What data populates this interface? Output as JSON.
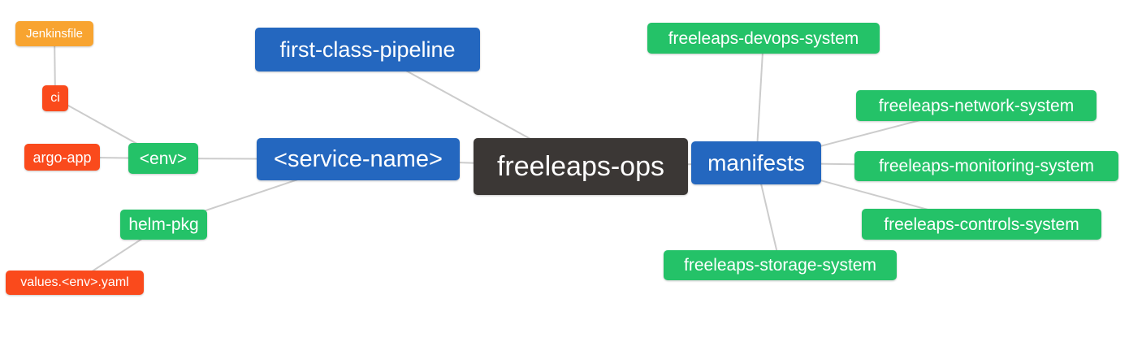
{
  "diagram": {
    "kind": "mindmap",
    "root_label": "freeleaps-ops",
    "background": "#ffffff"
  },
  "colors": {
    "dark": "#3b3735",
    "blue": "#2467bf",
    "green": "#24c268",
    "red": "#fa4a1c",
    "orange": "#f8a430",
    "edge": "#cccccc",
    "text": "#ffffff"
  },
  "nodes": {
    "jenkinsfile": {
      "label": "Jenkinsfile",
      "color": "orange"
    },
    "ci": {
      "label": "ci",
      "color": "red"
    },
    "argo-app": {
      "label": "argo-app",
      "color": "red"
    },
    "env": {
      "label": "<env>",
      "color": "green"
    },
    "service-name": {
      "label": "<service-name>",
      "color": "blue"
    },
    "first-class-pipeline": {
      "label": "first-class-pipeline",
      "color": "blue"
    },
    "freeleaps-ops": {
      "label": "freeleaps-ops",
      "color": "dark"
    },
    "manifests": {
      "label": "manifests",
      "color": "blue"
    },
    "freeleaps-devops-system": {
      "label": "freeleaps-devops-system",
      "color": "green"
    },
    "freeleaps-network-system": {
      "label": "freeleaps-network-system",
      "color": "green"
    },
    "freeleaps-monitoring-system": {
      "label": "freeleaps-monitoring-system",
      "color": "green"
    },
    "freeleaps-controls-system": {
      "label": "freeleaps-controls-system",
      "color": "green"
    },
    "freeleaps-storage-system": {
      "label": "freeleaps-storage-system",
      "color": "green"
    },
    "helm-pkg": {
      "label": "helm-pkg",
      "color": "green"
    },
    "values-env-yaml": {
      "label": "values.<env>.yaml",
      "color": "red"
    }
  },
  "edges": [
    [
      "jenkinsfile",
      "ci"
    ],
    [
      "ci",
      "env"
    ],
    [
      "argo-app",
      "env"
    ],
    [
      "env",
      "service-name"
    ],
    [
      "helm-pkg",
      "service-name"
    ],
    [
      "values-env-yaml",
      "helm-pkg"
    ],
    [
      "first-class-pipeline",
      "freeleaps-ops"
    ],
    [
      "service-name",
      "freeleaps-ops"
    ],
    [
      "freeleaps-ops",
      "manifests"
    ],
    [
      "manifests",
      "freeleaps-devops-system"
    ],
    [
      "manifests",
      "freeleaps-network-system"
    ],
    [
      "manifests",
      "freeleaps-monitoring-system"
    ],
    [
      "manifests",
      "freeleaps-controls-system"
    ],
    [
      "manifests",
      "freeleaps-storage-system"
    ]
  ]
}
